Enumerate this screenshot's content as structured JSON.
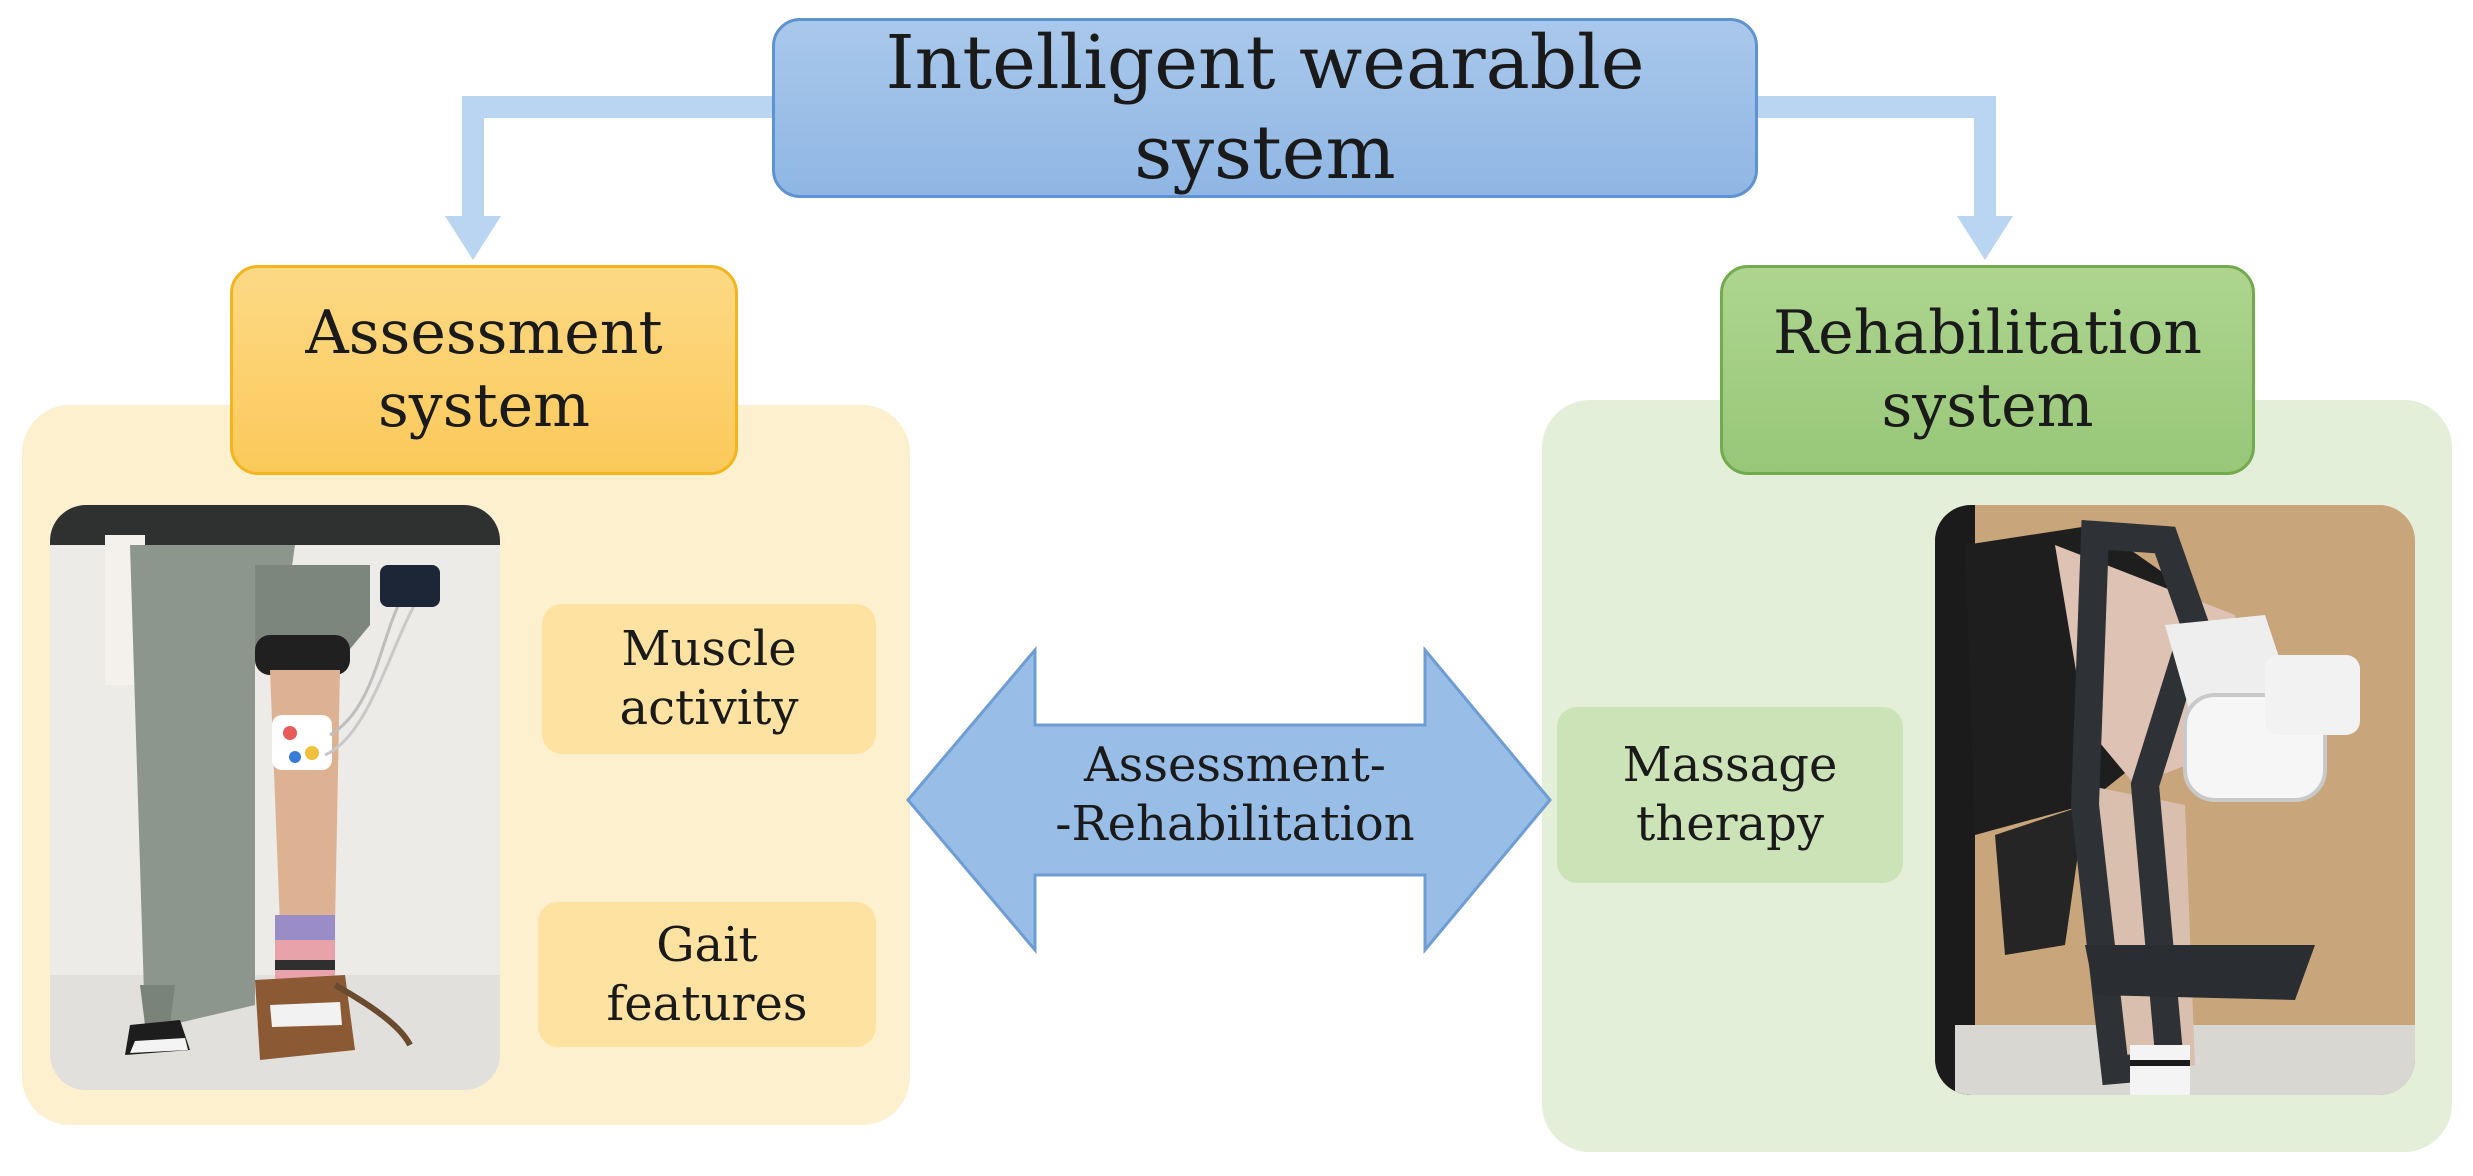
{
  "top": {
    "title": "Intelligent wearable system"
  },
  "assessment": {
    "header_line1": "Assessment",
    "header_line2": "system",
    "features": [
      {
        "line1": "Muscle",
        "line2": "activity"
      },
      {
        "line1": "Gait",
        "line2": "features"
      }
    ]
  },
  "rehabilitation": {
    "header_line1": "Rehabilitation",
    "header_line2": "system",
    "features": [
      {
        "line1": "Massage",
        "line2": "therapy"
      }
    ]
  },
  "link": {
    "line1": "Assessment-",
    "line2": "-Rehabilitation"
  },
  "colors": {
    "top_box": "#9dbfe8",
    "assessment_accent": "#fbc95a",
    "rehabilitation_accent": "#98c778",
    "arrow": "#b9d5f1",
    "double_arrow": "#98bde6"
  }
}
